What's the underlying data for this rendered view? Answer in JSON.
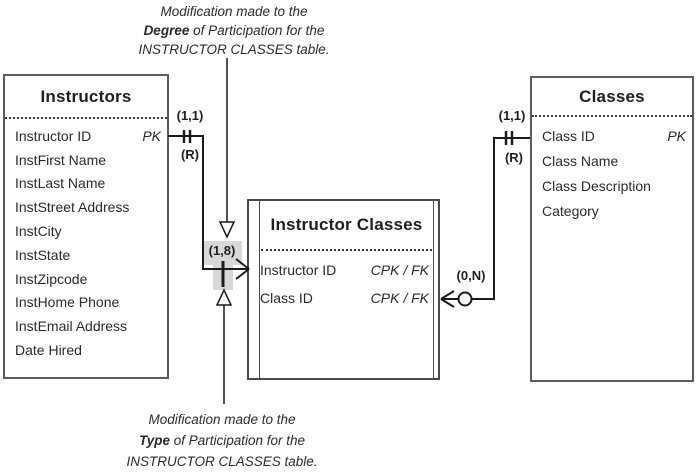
{
  "colors": {
    "background": "#ffffff",
    "box_border": "#5c5c5c",
    "relationship_line": "#1b1b1b",
    "text": "#2b2b2b",
    "highlight": "#d8d8d8"
  },
  "annotations": {
    "top": {
      "line1": "Modification made to the",
      "line2_bold": "Degree",
      "line2_rest": " of Participation for the",
      "line3": "INSTRUCTOR CLASSES table."
    },
    "bottom": {
      "line1": "Modification made to the",
      "line2_bold": "Type",
      "line2_rest": " of Participation for the",
      "line3": "INSTRUCTOR CLASSES table."
    }
  },
  "tables": {
    "instructors": {
      "title": "Instructors",
      "fields": [
        {
          "name": "Instructor ID",
          "key": "PK"
        },
        {
          "name": "InstFirst Name",
          "key": ""
        },
        {
          "name": "InstLast Name",
          "key": ""
        },
        {
          "name": "InstStreet Address",
          "key": ""
        },
        {
          "name": "InstCity",
          "key": ""
        },
        {
          "name": "InstState",
          "key": ""
        },
        {
          "name": "InstZipcode",
          "key": ""
        },
        {
          "name": "InstHome Phone",
          "key": ""
        },
        {
          "name": "InstEmail Address",
          "key": ""
        },
        {
          "name": "Date Hired",
          "key": ""
        }
      ]
    },
    "instructor_classes": {
      "title": "Instructor Classes",
      "fields": [
        {
          "name": "Instructor ID",
          "key": "CPK / FK"
        },
        {
          "name": "Class ID",
          "key": "CPK / FK"
        }
      ]
    },
    "classes": {
      "title": "Classes",
      "fields": [
        {
          "name": "Class ID",
          "key": "PK"
        },
        {
          "name": "Class Name",
          "key": ""
        },
        {
          "name": "Class Description",
          "key": ""
        },
        {
          "name": "Category",
          "key": ""
        }
      ]
    }
  },
  "connectors": {
    "left": {
      "cardinality": "(1,1)",
      "referential": "(R)",
      "degree": "(1,8)"
    },
    "right": {
      "cardinality": "(1,1)",
      "referential": "(R)",
      "degree": "(0,N)"
    }
  }
}
